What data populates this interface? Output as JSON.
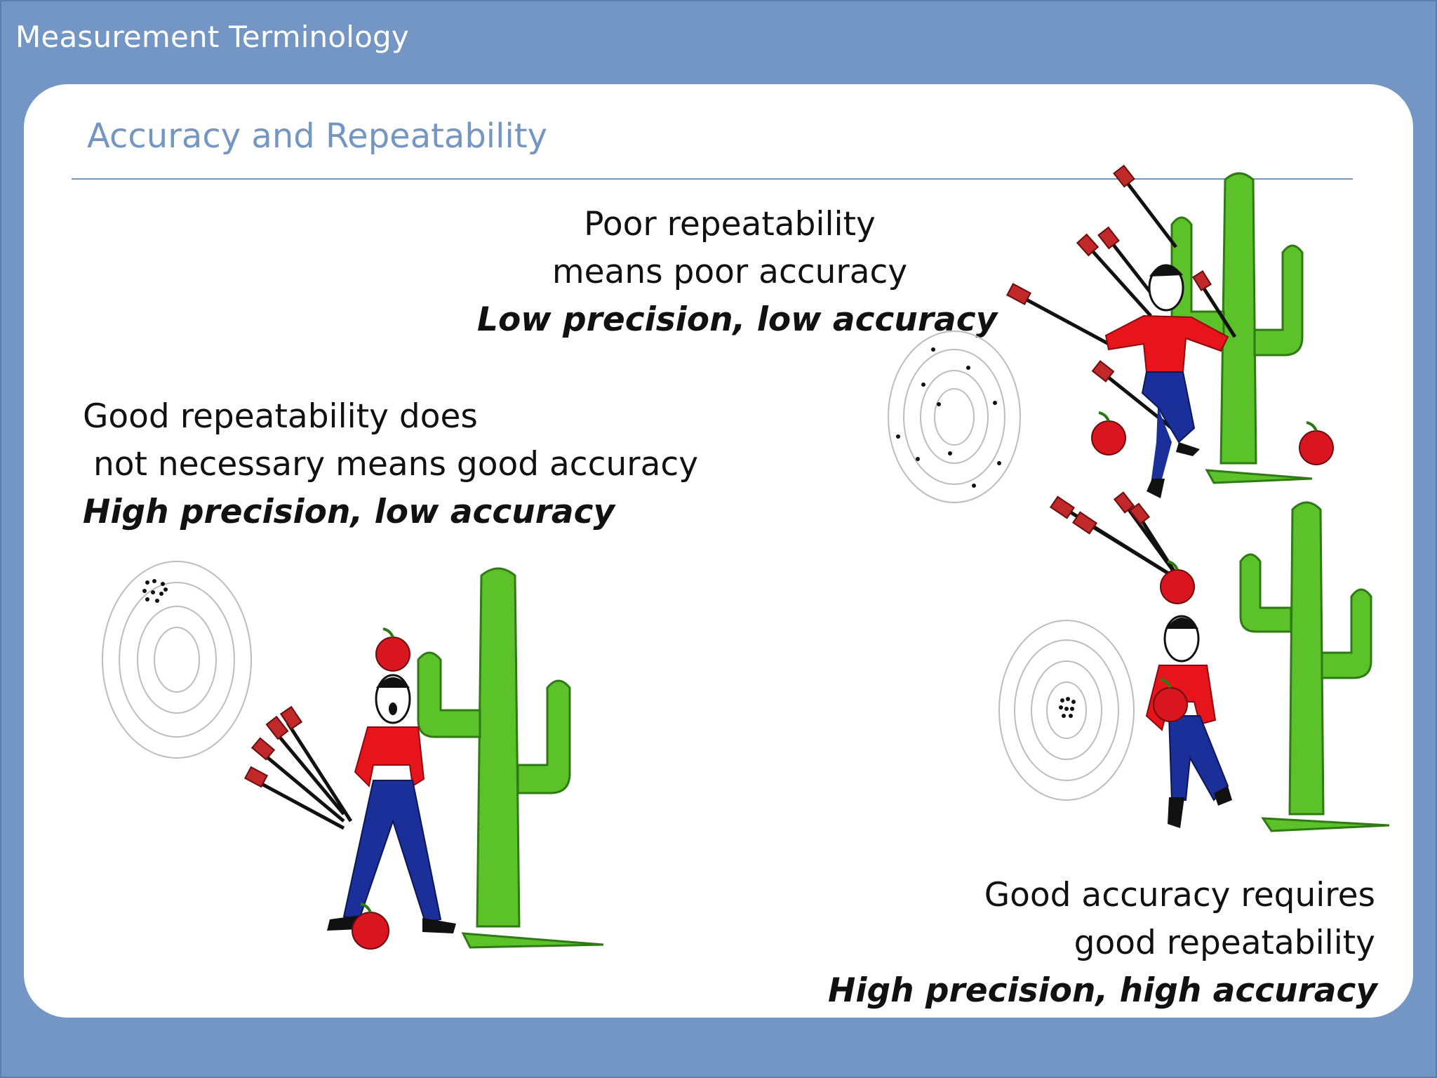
{
  "header": {
    "title": "Measurement Terminology"
  },
  "slide": {
    "title": "Accuracy and Repeatability"
  },
  "blocks": {
    "poor": {
      "line1": "Poor repeatability",
      "line2": "means poor accuracy",
      "emphasis": "Low precision, low accuracy"
    },
    "good_repeatability": {
      "line1": "Good repeatability does",
      "line2": " not necessary means good accuracy",
      "emphasis": "High precision, low accuracy"
    },
    "good_accuracy": {
      "line1": "Good accuracy requires",
      "line2": "good repeatability",
      "emphasis": "High precision, high accuracy"
    }
  },
  "colors": {
    "frame": "#7396c4",
    "card": "#ffffff",
    "title_accent": "#7396c4",
    "cactus": "#5cc22a",
    "shirt": "#e8141c",
    "pants": "#1a2f9a",
    "arrow": "#c0282a",
    "apple": "#d9151f"
  },
  "icons": [
    "target-icon",
    "cactus-icon",
    "archer-figure-icon",
    "apple-icon",
    "arrow-icon"
  ]
}
